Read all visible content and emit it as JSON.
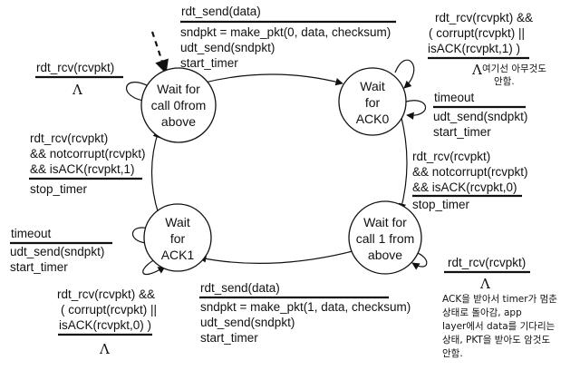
{
  "states": {
    "wait_call0": [
      "Wait for",
      "call 0from",
      "above"
    ],
    "wait_ack0": [
      "Wait",
      "for",
      "ACK0"
    ],
    "wait_call1": [
      "Wait for",
      "call 1 from",
      "above"
    ],
    "wait_ack1": [
      "Wait",
      "for",
      "ACK1"
    ]
  },
  "transitions": {
    "call0_to_ack0": {
      "event": "rdt_send(data)",
      "actions": [
        "sndpkt = make_pkt(0, data, checksum)",
        "udt_send(sndpkt)",
        "start_timer"
      ]
    },
    "call0_self": {
      "event": "rdt_rcv(rcvpkt)",
      "action": "Λ"
    },
    "ack0_self_corrupt": {
      "event": [
        "rdt_rcv(rcvpkt) &&",
        "( corrupt(rcvpkt) ||",
        "isACK(rcvpkt,1) )"
      ],
      "action": "Λ",
      "note": [
        "여기선 아무것도",
        "안함."
      ]
    },
    "ack0_timeout": {
      "event": "timeout",
      "actions": [
        "udt_send(sndpkt)",
        "start_timer"
      ]
    },
    "ack0_to_call1": {
      "event": [
        "rdt_rcv(rcvpkt)",
        "&& notcorrupt(rcvpkt)",
        "&& isACK(rcvpkt,0)"
      ],
      "action": "stop_timer"
    },
    "ack1_to_call0": {
      "event": [
        "rdt_rcv(rcvpkt)",
        "&& notcorrupt(rcvpkt)",
        "&& isACK(rcvpkt,1)"
      ],
      "action": "stop_timer"
    },
    "ack1_timeout": {
      "event": "timeout",
      "actions": [
        "udt_send(sndpkt)",
        "start_timer"
      ]
    },
    "ack1_self_corrupt": {
      "event": [
        "rdt_rcv(rcvpkt) &&",
        "( corrupt(rcvpkt) ||",
        "isACK(rcvpkt,0) )"
      ],
      "action": "Λ"
    },
    "call1_to_ack1": {
      "event": "rdt_send(data)",
      "actions": [
        "sndpkt = make_pkt(1, data, checksum)",
        "udt_send(sndpkt)",
        "start_timer"
      ]
    },
    "call1_self": {
      "event": "rdt_rcv(rcvpkt)",
      "action": "Λ",
      "note": [
        "ACK을 받아서 timer가 멈춘",
        "상태로 돌아감, app",
        "layer에서 data를 기다리는",
        "상태, PKT을 받아도 암것도",
        "안함."
      ]
    }
  }
}
